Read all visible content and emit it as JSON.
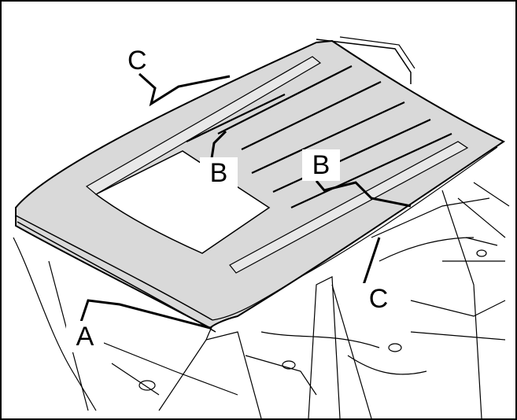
{
  "diagram": {
    "callouts": {
      "c_top": "C",
      "b_left": "B",
      "b_right": "B",
      "c_lower": "C",
      "a": "A"
    },
    "colors": {
      "roof_panel": "#d9d9d9",
      "line": "#000000",
      "background": "#ffffff"
    }
  }
}
